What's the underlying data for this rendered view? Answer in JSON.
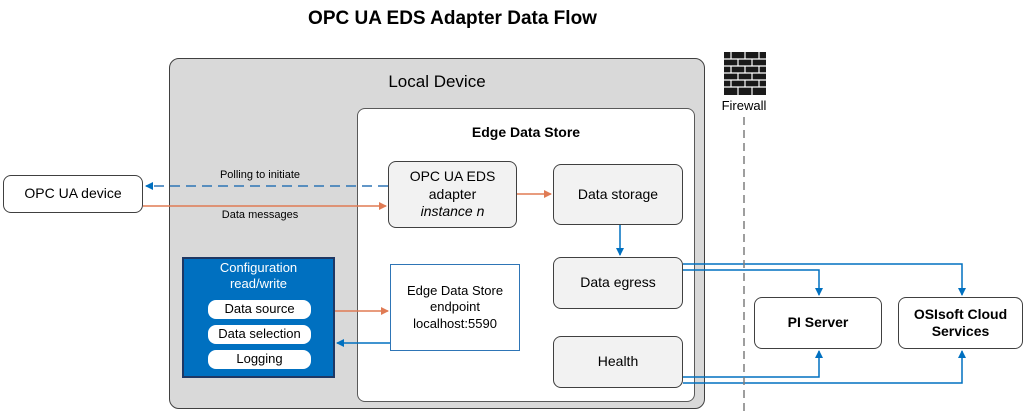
{
  "title": "OPC UA EDS Adapter Data Flow",
  "local_device": {
    "label": "Local Device"
  },
  "edge_data_store": {
    "label": "Edge Data Store"
  },
  "opc_ua_device": {
    "label": "OPC UA device"
  },
  "adapter": {
    "line1": "OPC UA EDS",
    "line2": "adapter",
    "line3": "instance n"
  },
  "data_storage": {
    "label": "Data storage"
  },
  "data_egress": {
    "label": "Data egress"
  },
  "health": {
    "label": "Health"
  },
  "endpoint": {
    "line1": "Edge Data Store",
    "line2": "endpoint",
    "line3": "localhost:5590"
  },
  "configuration": {
    "line1": "Configuration",
    "line2": "read/write",
    "items": [
      "Data source",
      "Data selection",
      "Logging"
    ]
  },
  "firewall": {
    "label": "Firewall"
  },
  "pi_server": {
    "label": "PI Server"
  },
  "ocs": {
    "line1": "OSIsoft Cloud",
    "line2": "Services"
  },
  "edges": {
    "polling": "Polling to initiate",
    "data_messages": "Data messages"
  },
  "colors": {
    "orange_arrow": "#e07b54",
    "blue_arrow": "#0070c0",
    "config_fill": "#0070c0",
    "brick": "#1a1a1a"
  }
}
